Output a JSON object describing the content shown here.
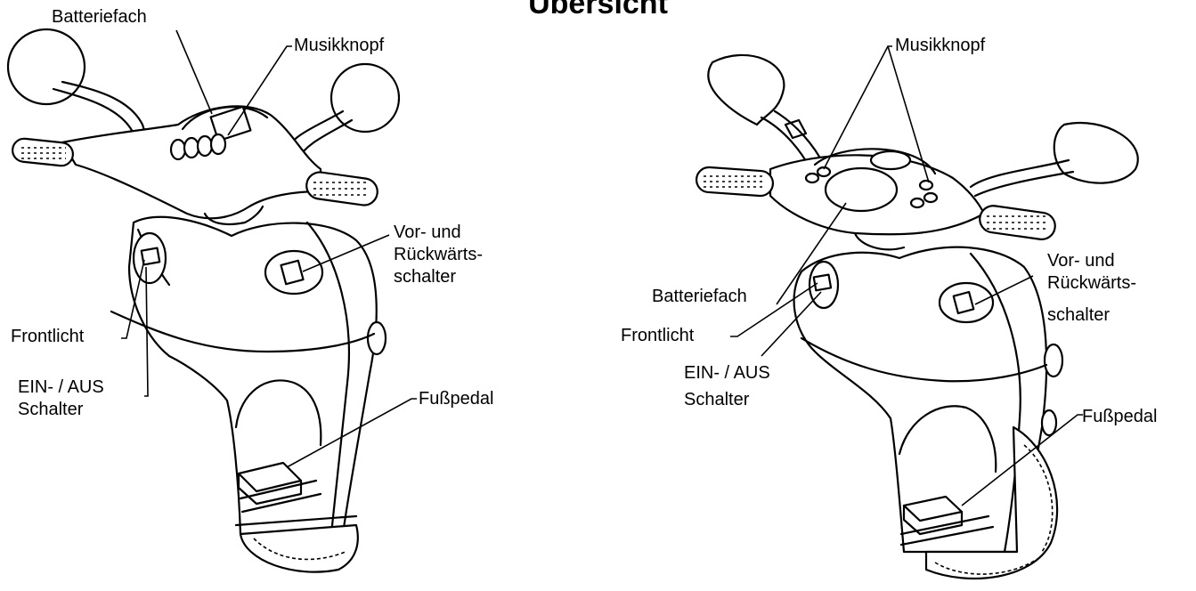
{
  "title": "Übersicht",
  "left_scooter": {
    "labels": {
      "battery": "Batteriefach",
      "music": "Musikknopf",
      "switch_line1": "Vor- und",
      "switch_line2": "Rückwärts-",
      "switch_line3": "schalter",
      "frontlight": "Frontlicht",
      "onoff_line1": "EIN- / AUS",
      "onoff_line2": "Schalter",
      "pedal": "Fußpedal"
    }
  },
  "right_scooter": {
    "labels": {
      "music": "Musikknopf",
      "battery": "Batteriefach",
      "switch_line1": "Vor- und",
      "switch_line2": "Rückwärts-",
      "switch_line3": "schalter",
      "frontlight": "Frontlicht",
      "onoff_line1": "EIN- / AUS",
      "onoff_line2": "Schalter",
      "pedal": "Fußpedal"
    }
  }
}
